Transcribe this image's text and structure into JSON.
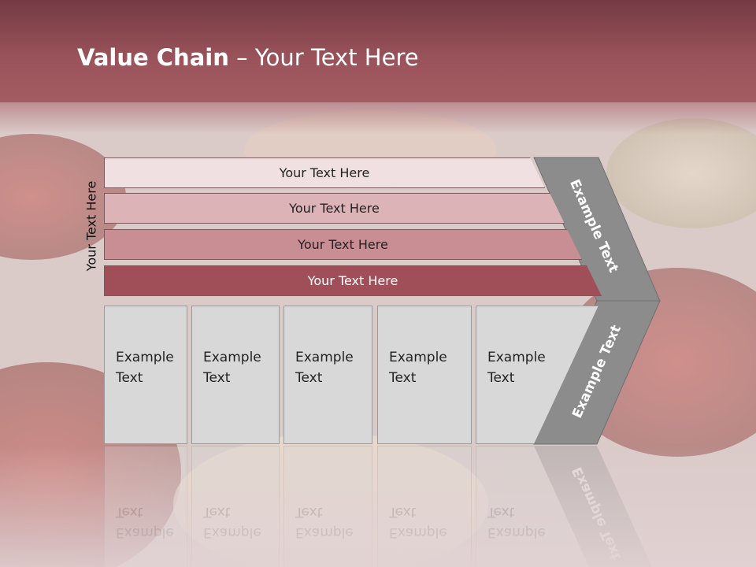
{
  "title": {
    "bold": "Value Chain",
    "rest": " – Your Text Here"
  },
  "side_label": "Your Text Here",
  "bars": [
    {
      "label": "Your Text Here",
      "color": "#f0e0e2"
    },
    {
      "label": "Your Text Here",
      "color": "#dcb4b8"
    },
    {
      "label": "Your Text Here",
      "color": "#c98d94"
    },
    {
      "label": "Your Text Here",
      "color": "#a04f59"
    }
  ],
  "boxes": [
    {
      "line1": "Example",
      "line2": "Text"
    },
    {
      "line1": "Example",
      "line2": "Text"
    },
    {
      "line1": "Example",
      "line2": "Text"
    },
    {
      "line1": "Example",
      "line2": "Text"
    },
    {
      "line1": "Example",
      "line2": "Text"
    }
  ],
  "chevron": {
    "upper": "Example Text",
    "lower": "Example Text",
    "color": "#8c8c8c"
  }
}
